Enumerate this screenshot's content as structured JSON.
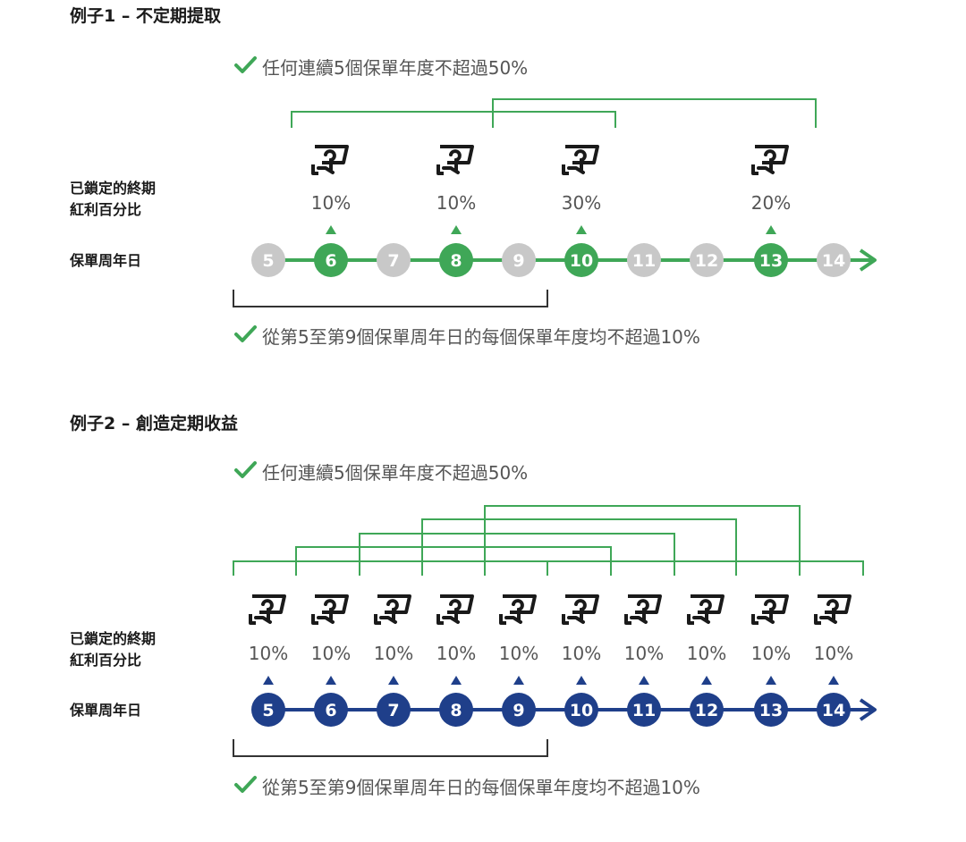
{
  "colors": {
    "green": "#3fa757",
    "grey": "#c8c8c8",
    "navy": "#1f3f8a",
    "bracket_green": "#3fa757",
    "bracket_black": "#333333",
    "icon": "#1a1a1a"
  },
  "icons": {
    "withdraw": "hand-withdrawal-icon",
    "check": "check-icon"
  },
  "row_labels": {
    "bonus_line1": "已鎖定的終期",
    "bonus_line2": "紅利百分比",
    "anniversary": "保單周年日"
  },
  "examples": [
    {
      "title": "例子1 – 不定期提取",
      "note_top": "任何連續5個保單年度不超過50%",
      "note_bottom": "從第5至第9個保單周年日的每個保單年度均不超過10%",
      "color": "green",
      "nodes": [
        {
          "year": "5",
          "active": false
        },
        {
          "year": "6",
          "active": true,
          "pct": "10%"
        },
        {
          "year": "7",
          "active": false
        },
        {
          "year": "8",
          "active": true,
          "pct": "10%"
        },
        {
          "year": "9",
          "active": false
        },
        {
          "year": "10",
          "active": true,
          "pct": "30%"
        },
        {
          "year": "11",
          "active": false
        },
        {
          "year": "12",
          "active": false
        },
        {
          "year": "13",
          "active": true,
          "pct": "20%"
        },
        {
          "year": "14",
          "active": false
        }
      ]
    },
    {
      "title": "例子2 – 創造定期收益",
      "note_top": "任何連續5個保單年度不超過50%",
      "note_bottom": "從第5至第9個保單周年日的每個保單年度均不超過10%",
      "color": "navy",
      "nodes": [
        {
          "year": "5",
          "active": true,
          "pct": "10%"
        },
        {
          "year": "6",
          "active": true,
          "pct": "10%"
        },
        {
          "year": "7",
          "active": true,
          "pct": "10%"
        },
        {
          "year": "8",
          "active": true,
          "pct": "10%"
        },
        {
          "year": "9",
          "active": true,
          "pct": "10%"
        },
        {
          "year": "10",
          "active": true,
          "pct": "10%"
        },
        {
          "year": "11",
          "active": true,
          "pct": "10%"
        },
        {
          "year": "12",
          "active": true,
          "pct": "10%"
        },
        {
          "year": "13",
          "active": true,
          "pct": "10%"
        },
        {
          "year": "14",
          "active": true,
          "pct": "10%"
        }
      ]
    }
  ]
}
